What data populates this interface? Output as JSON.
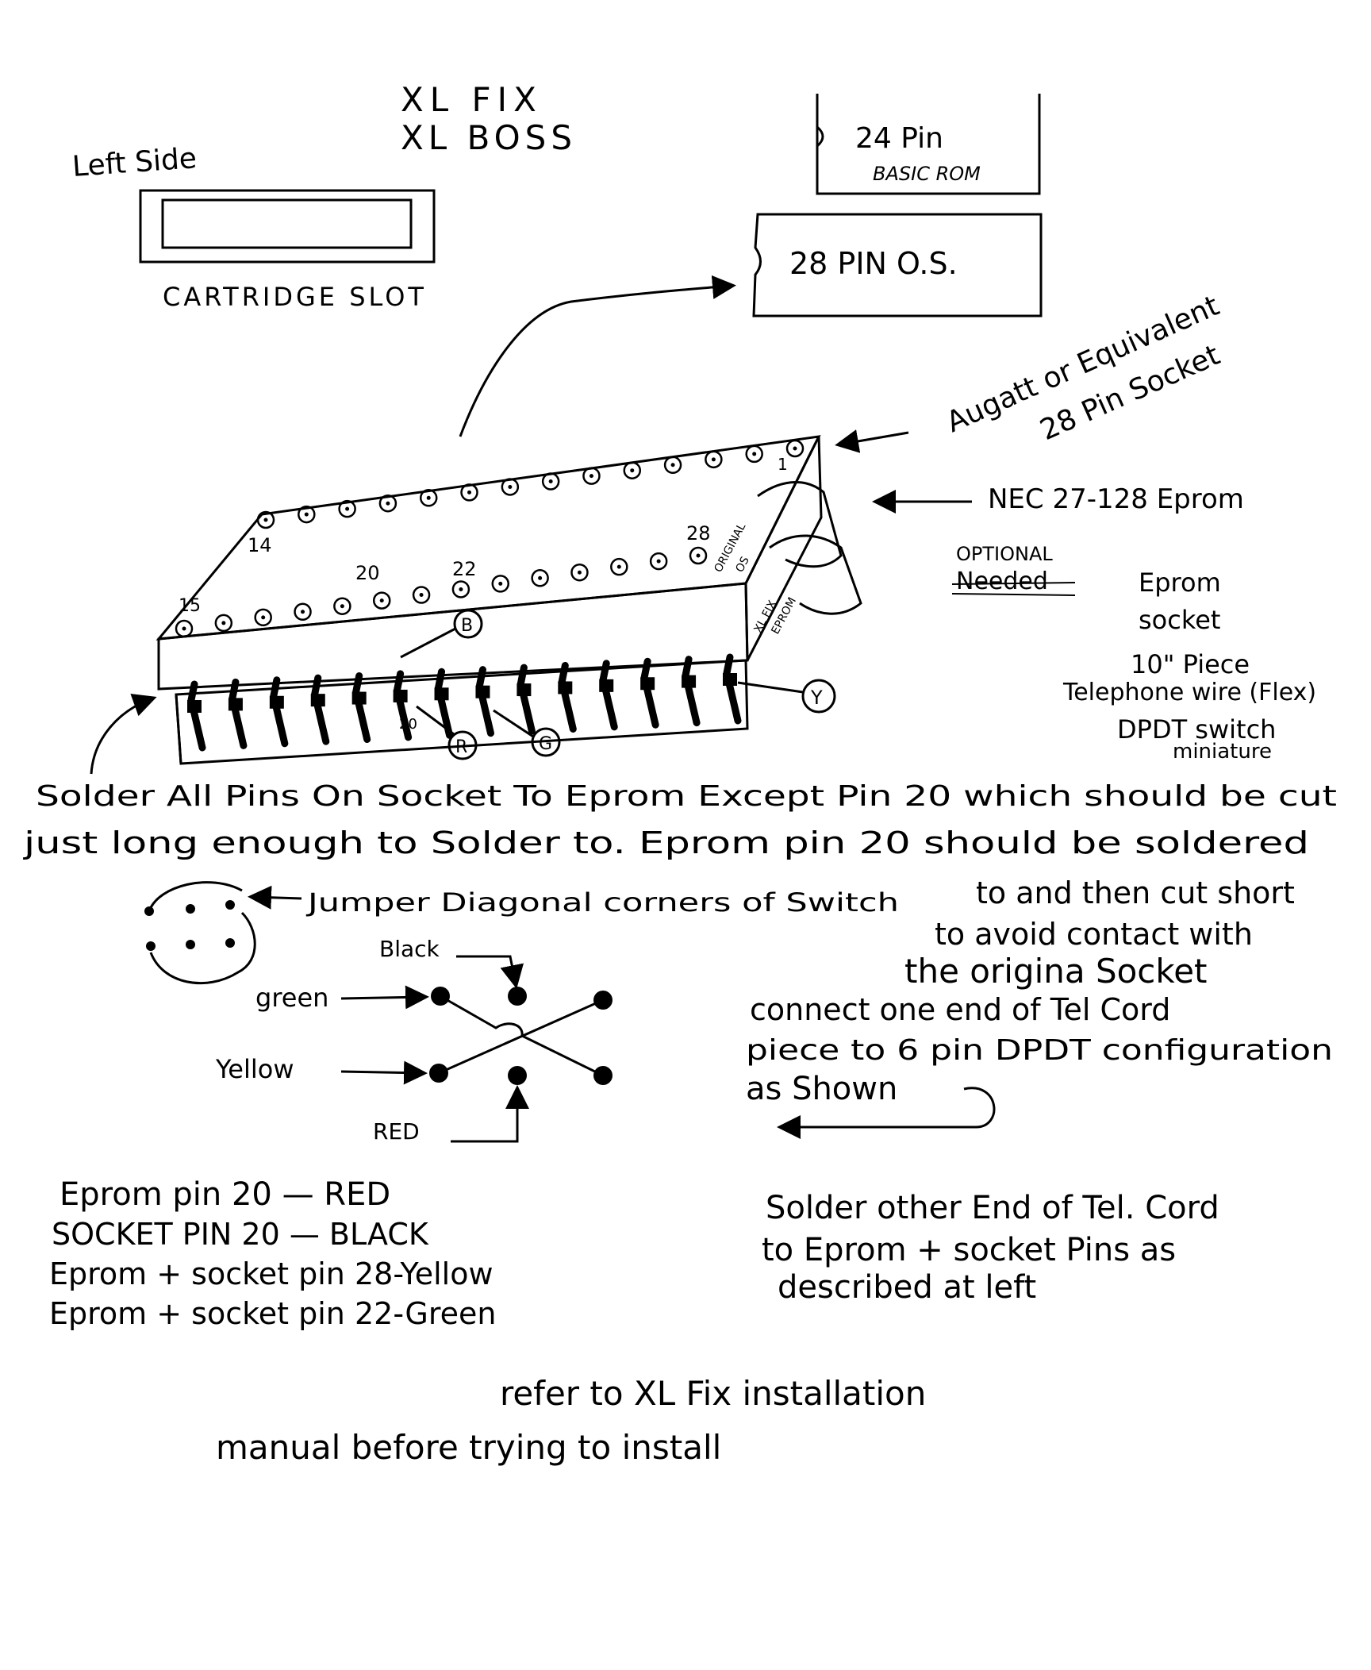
{
  "title": {
    "line1": "XL FIX",
    "line2": "XL BOSS"
  },
  "cartridge": {
    "side_label": "Left Side",
    "slot_label": "CARTRIDGE SLOT"
  },
  "roms": {
    "basic_pins": "24 Pin",
    "basic_name": "BASIC ROM",
    "os_label": "28 PIN O.S."
  },
  "chip": {
    "pin_1": "1",
    "pin_14": "14",
    "pin_15": "15",
    "pin_20": "20",
    "pin_22": "22",
    "pin_28": "28",
    "pin_20_bottom": "20",
    "original_label_1": "ORIGINAL",
    "original_label_2": "OS",
    "eprom_label_1": "XL FIX",
    "eprom_label_2": "EPROM",
    "marker_b": "B",
    "marker_r": "R",
    "marker_g": "G",
    "marker_y": "Y"
  },
  "callouts": {
    "socket_line1": "Augatt or Equivalent",
    "socket_line2": "28 Pin Socket",
    "eprom": "NEC 27-128 Eprom"
  },
  "needed": {
    "heading_struck": "OPTIONAL",
    "heading": "Needed",
    "items": [
      "Eprom",
      "socket",
      "10\" Piece",
      "Telephone wire (Flex)",
      "DPDT switch",
      "miniature"
    ]
  },
  "instructions": {
    "solder_line1": "Solder All Pins On Socket To Eprom Except Pin 20 which should be cut",
    "solder_line2": "just long enough to Solder to. Eprom pin 20 should be soldered",
    "solder_line3": "to and then cut short",
    "solder_line4": "to avoid contact with",
    "solder_line5": "the origina Socket",
    "jumper": "Jumper Diagonal corners of Switch",
    "connect_line1": "connect one end of Tel Cord",
    "connect_line2": "piece to 6 pin DPDT configuration",
    "connect_line3": "as Shown"
  },
  "switch": {
    "black": "Black",
    "green": "green",
    "yellow": "Yellow",
    "red": "RED"
  },
  "wiring": [
    "Eprom pin 20 — RED",
    "SOCKET PIN 20 — BLACK",
    "Eprom + socket pin 28-Yellow",
    "Eprom + socket pin 22-Green"
  ],
  "other_end": {
    "line1": "Solder other End of Tel. Cord",
    "line2": "to Eprom + socket Pins as",
    "line3": "described at left"
  },
  "footer": {
    "line1": "refer to XL Fix installation",
    "line2": "manual before trying to install"
  }
}
